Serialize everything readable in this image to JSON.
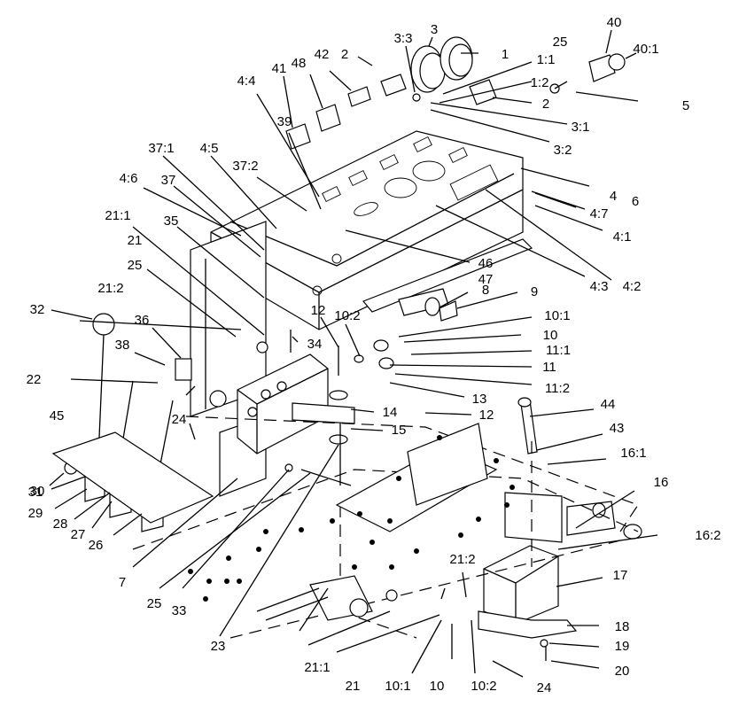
{
  "labels": [
    "1",
    "1:1",
    "1:2",
    "2",
    "2",
    "3",
    "3:1",
    "3:2",
    "3:3",
    "4",
    "4:1",
    "4:2",
    "4:3",
    "4:4",
    "4:5",
    "4:6",
    "4:7",
    "5",
    "6",
    "7",
    "8",
    "9",
    "10",
    "10",
    "10:1",
    "10:1",
    "10:2",
    "10:2",
    "11",
    "11:1",
    "11:2",
    "12",
    "12",
    "13",
    "14",
    "15",
    "16",
    "16:1",
    "16:2",
    "17",
    "18",
    "19",
    "20",
    "21",
    "21",
    "21:1",
    "21:1",
    "21:2",
    "21:2",
    "22",
    "23",
    "24",
    "24",
    "25",
    "25",
    "25",
    "26",
    "27",
    "28",
    "29",
    "30",
    "31",
    "32",
    "33",
    "34",
    "35",
    "36",
    "37",
    "37:1",
    "37:2",
    "38",
    "39",
    "40",
    "40:1",
    "41",
    "42",
    "43",
    "44",
    "45",
    "46",
    "47",
    "48"
  ]
}
